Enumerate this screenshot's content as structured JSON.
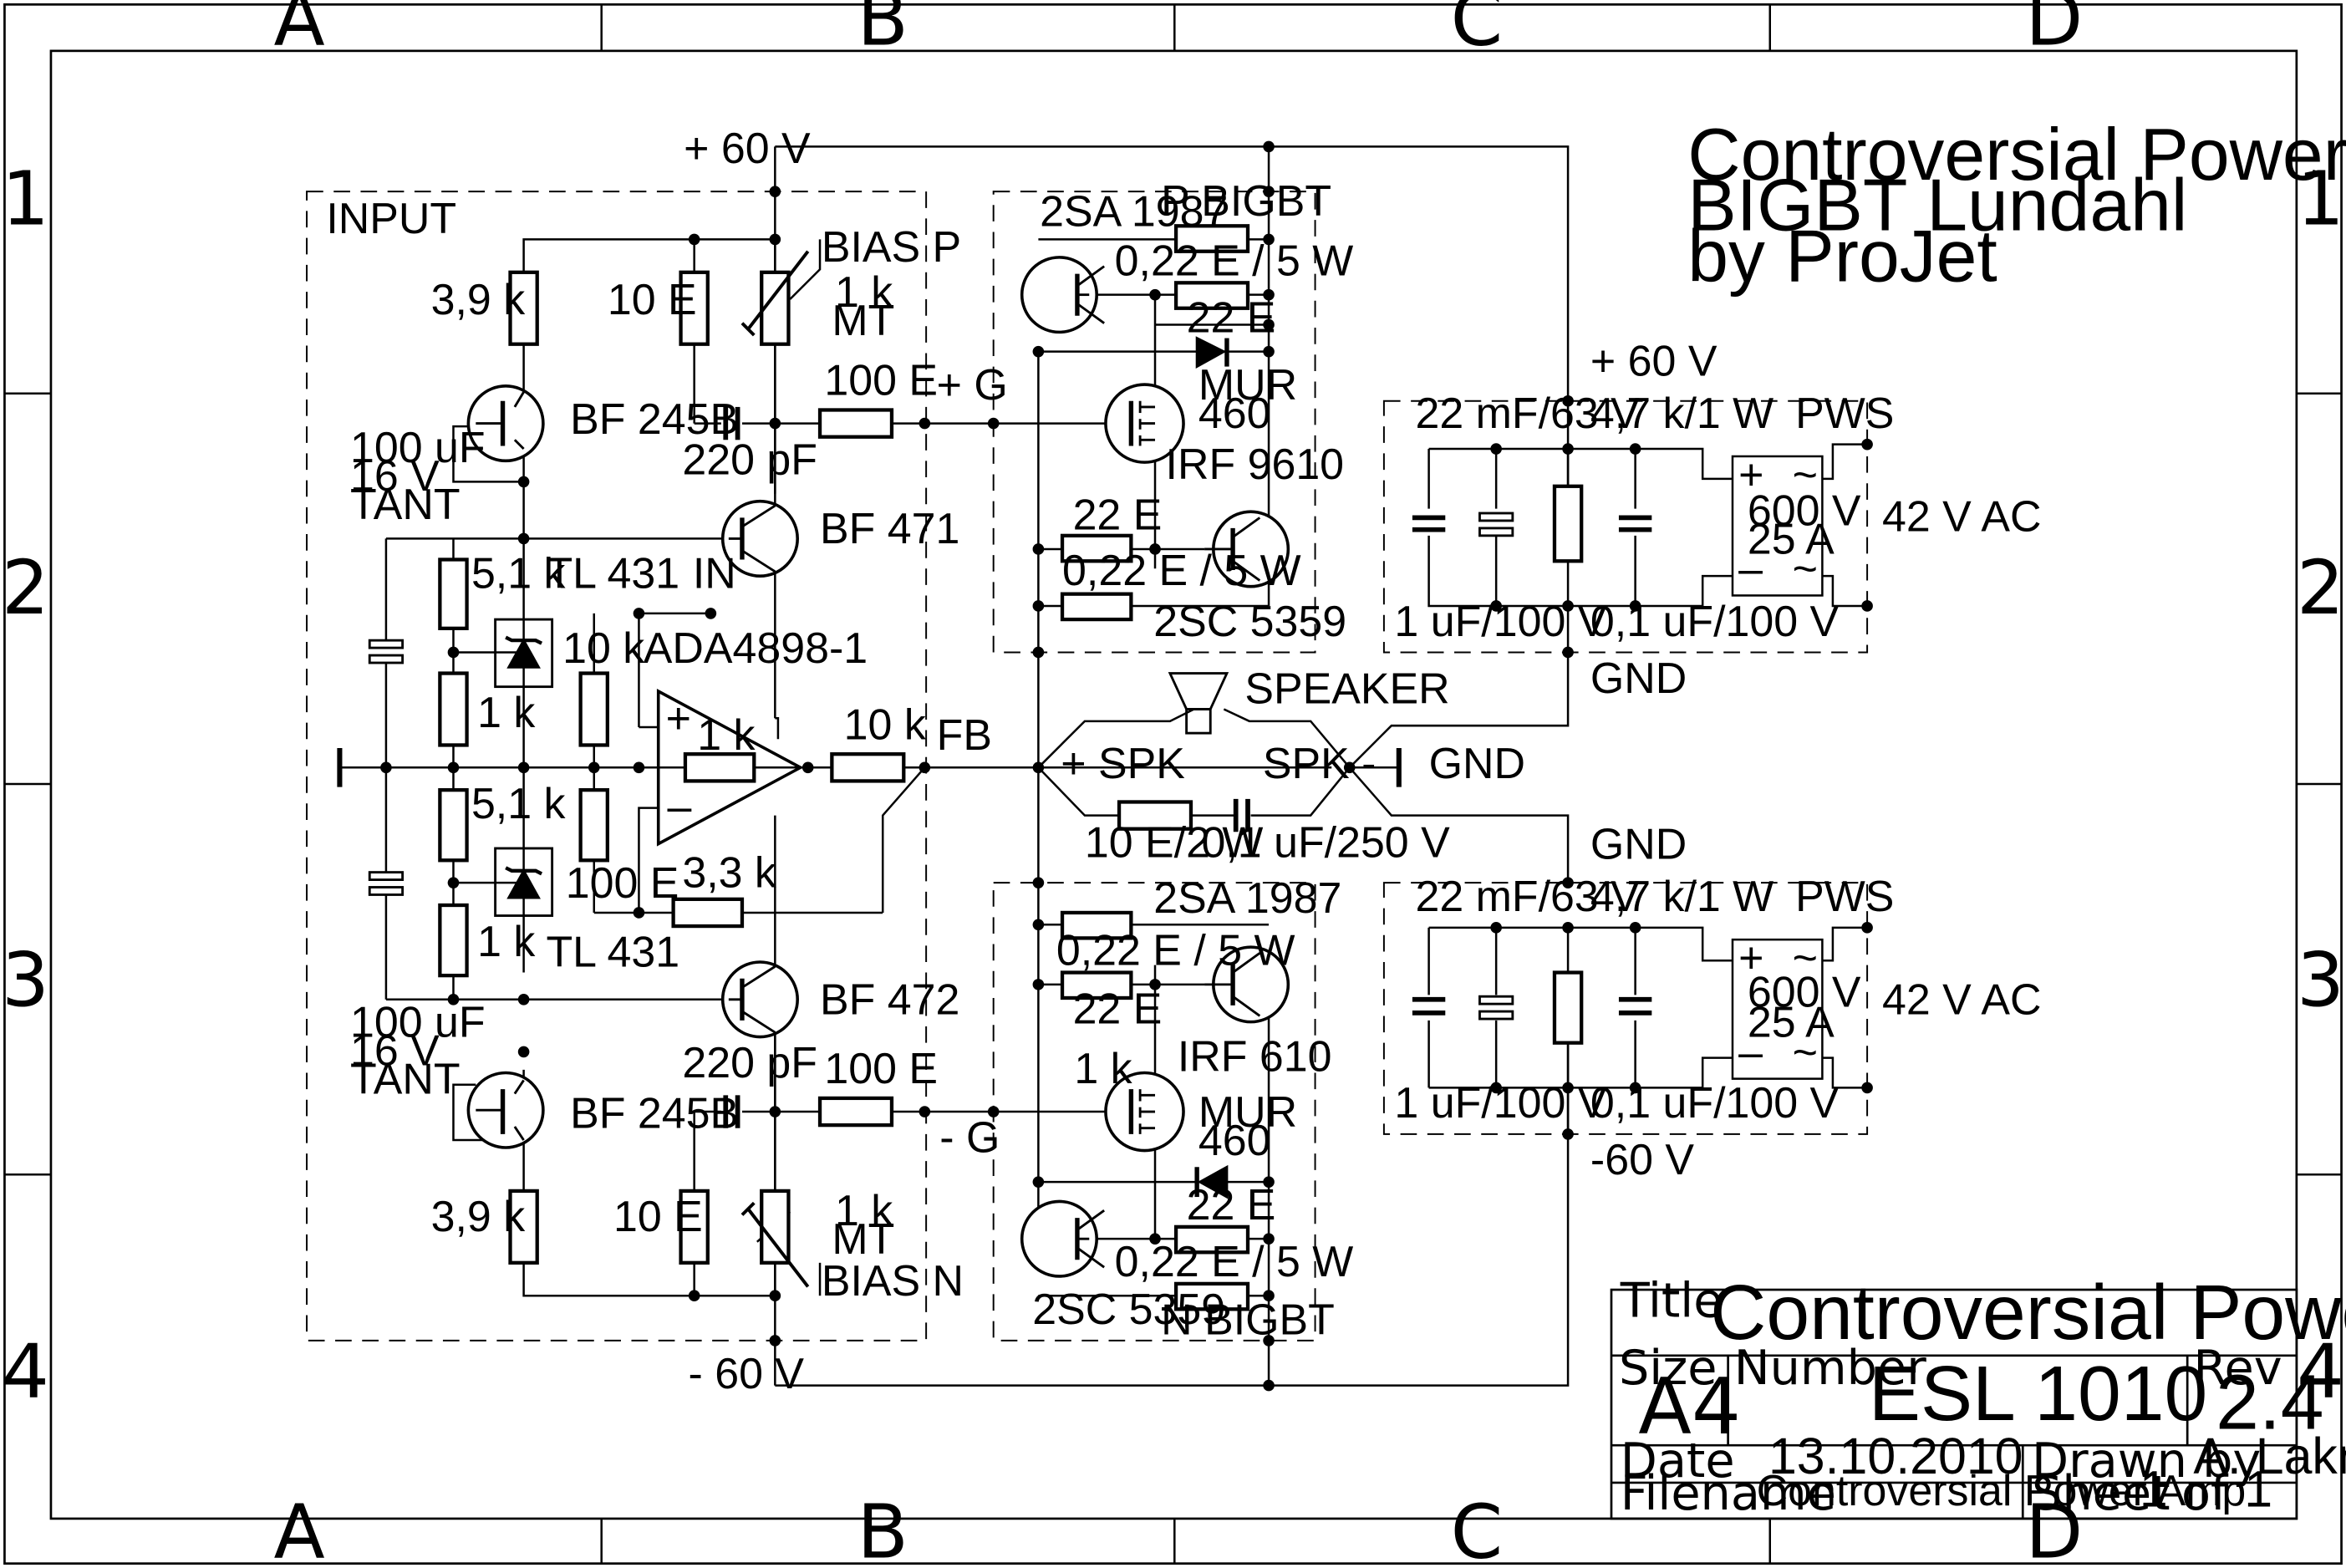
{
  "border": {
    "columns": [
      "A",
      "B",
      "C",
      "D"
    ],
    "rows": [
      "1",
      "2",
      "3",
      "4"
    ]
  },
  "heading": {
    "line1": "Controversial Power Amp",
    "line2": "BIGBT Lundahl",
    "line3": "by ProJet"
  },
  "labels": {
    "pos60_top": "+ 60 V",
    "neg60_bottom": "- 60 V",
    "input_box": "INPUT",
    "bias_p": "BIAS P",
    "bias_n": "BIAS N",
    "r39k_top": "3,9 k",
    "r10e_top": "10 E",
    "pot1k_top": "1 k",
    "mt_top": "MT",
    "jfet_top": "BF 245B",
    "cap100u_top_1": "100 uF",
    "cap100u_top_2": "16 V",
    "cap100u_top_3": "TANT",
    "c220p_top": "220 pF",
    "r100e_top": "100 E",
    "g_plus": "+ G",
    "bf471": "BF 471",
    "r51k_top": "5,1 k",
    "tl431_top": "TL 431",
    "in_label": "IN",
    "r10k_in": "10 k",
    "opamp": "ADA4898-1",
    "r1k_top": "1 k",
    "r1k_opamp": "1 k",
    "plus_sign": "+",
    "minus_sign": "–",
    "r10k_fb": "10 k",
    "fb": "FB",
    "r51k_bot": "5,1 k",
    "r100e_fb": "100 E",
    "r33k": "3,3 k",
    "r1k_bot": "1 k",
    "tl431_bot": "TL 431",
    "bf472": "BF 472",
    "cap100u_bot_1": "100 uF",
    "cap100u_bot_2": "16 V",
    "cap100u_bot_3": "TANT",
    "c220p_bot": "220 pF",
    "r100e_bot": "100 E",
    "g_minus": "- G",
    "jfet_bot": "BF 245B",
    "r39k_bot": "3,9 k",
    "r10e_bot": "10 E",
    "pot1k_bot": "1 k",
    "mt_bot": "MT",
    "sa1987_top": "2SA 1987",
    "p_bigbt": "P BIGBT",
    "r022_top": "0,22 E / 5 W",
    "r22e_top": "22 E",
    "mur_top_1": "MUR",
    "mur_top_2": "460",
    "irf9610": "IRF 9610",
    "r22e_top2": "22 E",
    "r022_top2": "0,22 E / 5 W",
    "sc5359_top": "2SC 5359",
    "speaker": "SPEAKER",
    "spk_plus": "+ SPK",
    "spk_minus": "SPK -",
    "gnd_mid": "GND",
    "zobel_r": "10 E/2 W",
    "zobel_c": "0,1 uF/250 V",
    "sa1987_bot": "2SA 1987",
    "r022_bot": "0,22 E / 5 W",
    "r22e_bot": "22 E",
    "r1k_gate": "1 k",
    "irf610": "IRF 610",
    "mur_bot_1": "MUR",
    "mur_bot_2": "460",
    "r22e_bot2": "22 E",
    "r022_bot2": "0,22 E / 5 W",
    "sc5359_bot": "2SC 5359",
    "n_bigbt": "N BIGBT",
    "ps_top_v": "+ 60 V",
    "ps_top_c1": "22 mF/63 V",
    "ps_top_r": "4,7 k/1 W",
    "ps_top_pws": "PWS",
    "ps_top_br1": "600 V",
    "ps_top_br2": "25 A",
    "ps_top_ac": "42 V AC",
    "ps_top_c2": "1 uF/100 V",
    "ps_top_c3": "0,1 uF/100 V",
    "ps_top_gnd": "GND",
    "ps_bot_gnd": "GND",
    "ps_bot_c1": "22 mF/63 V",
    "ps_bot_r": "4,7 k/1 W",
    "ps_bot_pws": "PWS",
    "ps_bot_br1": "600 V",
    "ps_bot_br2": "25 A",
    "ps_bot_ac": "42 V AC",
    "ps_bot_c2": "1 uF/100 V",
    "ps_bot_c3": "0,1 uF/100 V",
    "ps_bot_v": "-60 V",
    "br_plus": "+",
    "br_tilde": "~",
    "br_minus": "–"
  },
  "title_block": {
    "title_label": "Title",
    "title_value": "Controversial Power Amp",
    "size_label": "Size",
    "size_value": "A4",
    "number_label": "Number",
    "number_value": "ESL 1010",
    "rev_label": "Rev",
    "rev_value": "2.4",
    "date_label": "Date",
    "date_value": "13.10.2010",
    "drawn_label": "Drawn by",
    "drawn_value": "A. Lakner",
    "filename_label": "Filename",
    "filename_value": "Controversial Power Amp",
    "sheet_label": "Sheet",
    "sheet_value": "1",
    "of_label": "of",
    "of_value": "1"
  }
}
